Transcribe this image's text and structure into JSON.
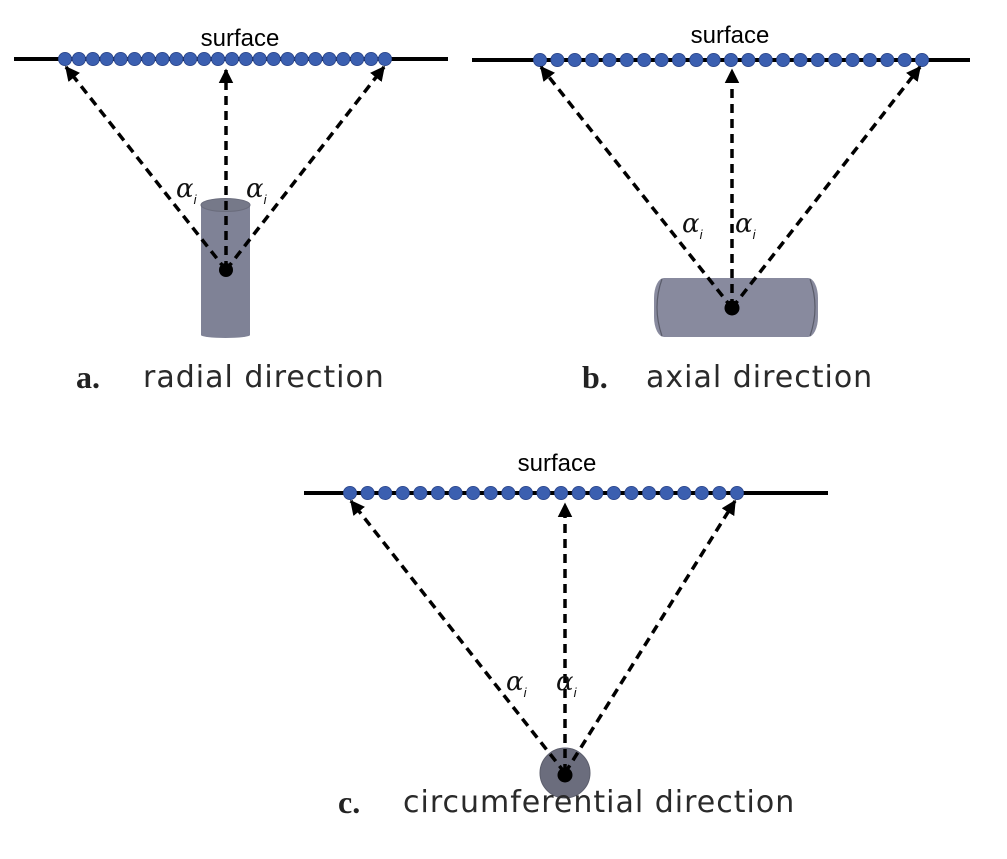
{
  "figure": {
    "colors": {
      "sensor_dot": "#3b5fb0",
      "sensor_dot_stroke": "#2a4488",
      "line": "#000000",
      "body_light": "#7f8296",
      "body_dark": "#6b6d7d"
    },
    "panels": [
      {
        "id": "a",
        "surface_label": "surface",
        "sensor_count": 24,
        "angle_label": "α",
        "angle_subscript": "i",
        "caption_letter": "a.",
        "caption_text": "radial direction",
        "source_shape": "vertical-cylinder"
      },
      {
        "id": "b",
        "surface_label": "surface",
        "sensor_count": 23,
        "angle_label": "α",
        "angle_subscript": "i",
        "caption_letter": "b.",
        "caption_text": "axial direction",
        "source_shape": "horizontal-cylinder"
      },
      {
        "id": "c",
        "surface_label": "surface",
        "sensor_count": 23,
        "angle_label": "α",
        "angle_subscript": "i",
        "caption_letter": "c.",
        "caption_text": "circumferential direction",
        "source_shape": "circle"
      }
    ]
  }
}
